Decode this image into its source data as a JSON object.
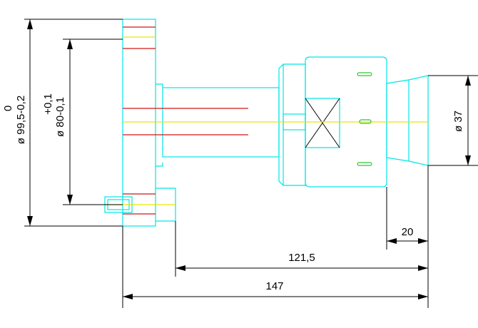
{
  "drawing": {
    "dimensions": {
      "dia_99_5": {
        "tol": "0",
        "value": "ø 99,5-0,2"
      },
      "dia_80": {
        "tol": "+0,1",
        "value": "ø 80-0,1"
      },
      "dia_37": "ø 37",
      "len_20": "20",
      "len_121_5": "121,5",
      "len_147": "147"
    },
    "colors": {
      "outline": "#00e5e5",
      "dimension": "#000000",
      "hidden": "#d01818",
      "centerline": "#e8e800",
      "feature": "#2fc82f"
    }
  }
}
